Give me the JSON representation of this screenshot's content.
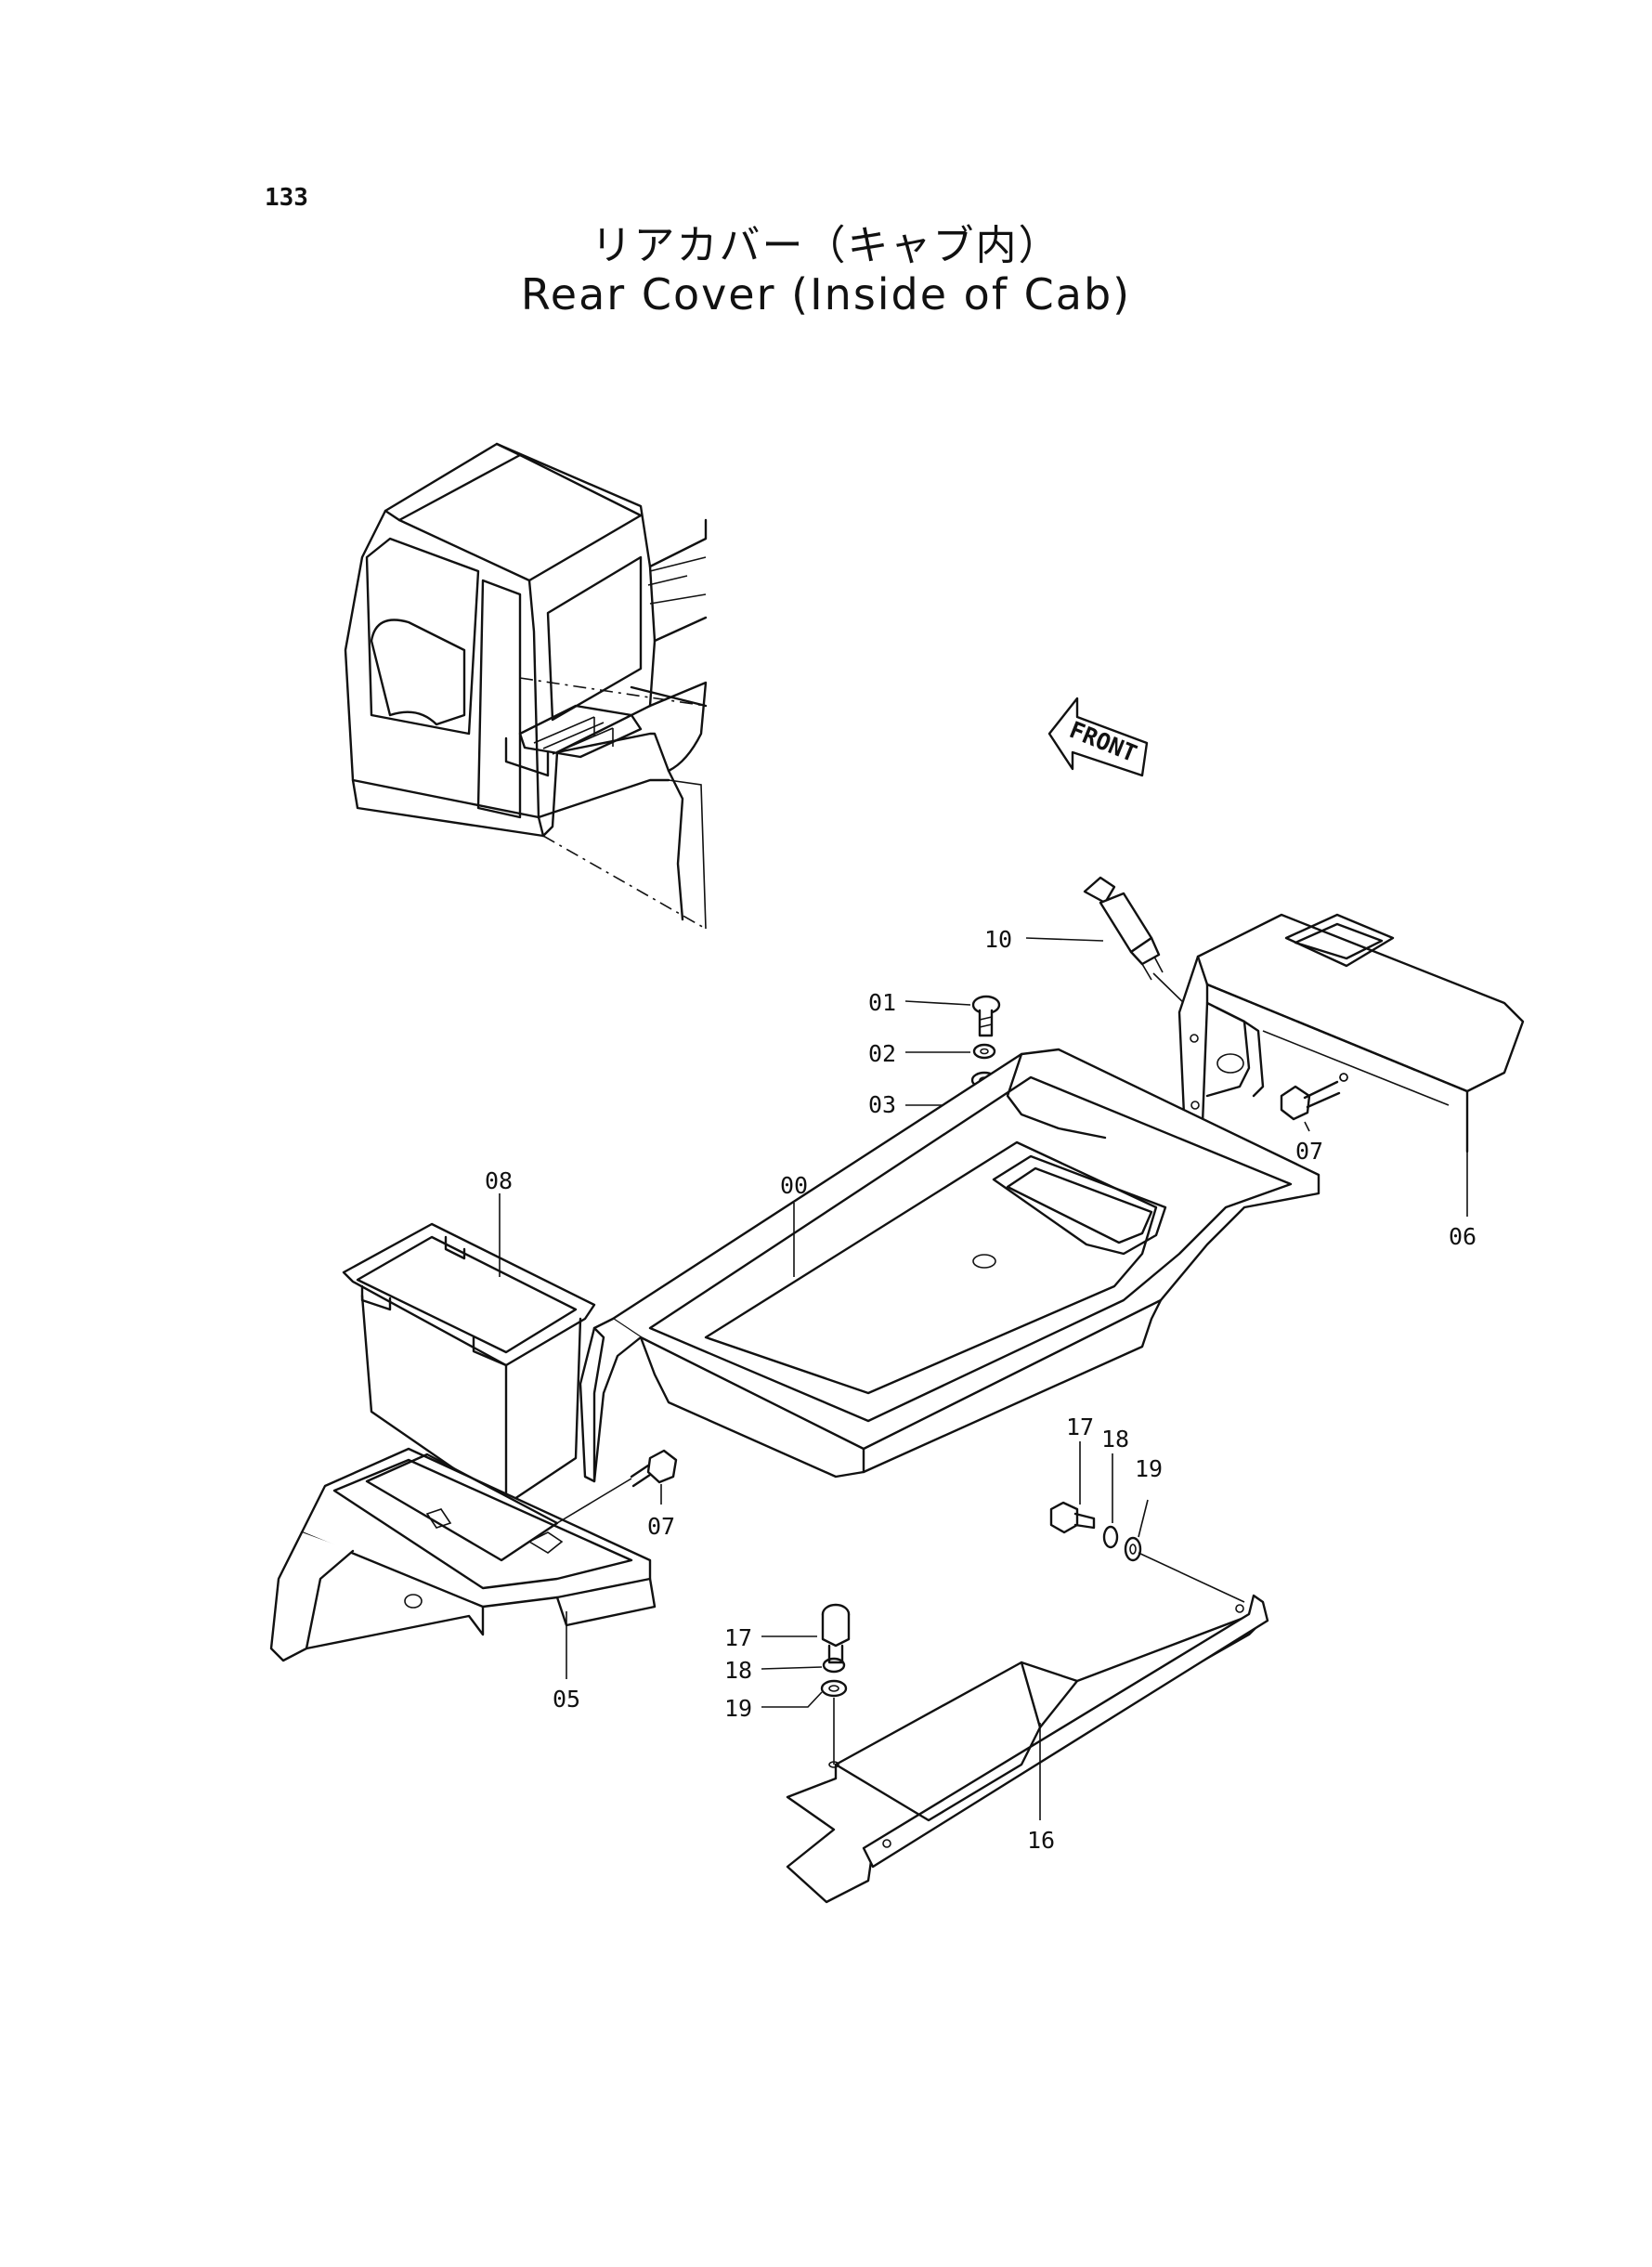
{
  "page": {
    "number": "133",
    "title_ja": "リアカバー（キャブ内）",
    "title_en": "Rear Cover (Inside of Cab)"
  },
  "direction_indicator": {
    "label": "FRONT"
  },
  "part_labels": [
    {
      "id": "p10",
      "text": "10"
    },
    {
      "id": "p01",
      "text": "01"
    },
    {
      "id": "p02",
      "text": "02"
    },
    {
      "id": "p03",
      "text": "03"
    },
    {
      "id": "p07a",
      "text": "07"
    },
    {
      "id": "p06",
      "text": "06"
    },
    {
      "id": "p08",
      "text": "08"
    },
    {
      "id": "p00",
      "text": "00"
    },
    {
      "id": "p07b",
      "text": "07"
    },
    {
      "id": "p05",
      "text": "05"
    },
    {
      "id": "p17a",
      "text": "17"
    },
    {
      "id": "p18a",
      "text": "18"
    },
    {
      "id": "p19a",
      "text": "19"
    },
    {
      "id": "p17b",
      "text": "17"
    },
    {
      "id": "p18b",
      "text": "18"
    },
    {
      "id": "p19b",
      "text": "19"
    },
    {
      "id": "p16",
      "text": "16"
    }
  ]
}
